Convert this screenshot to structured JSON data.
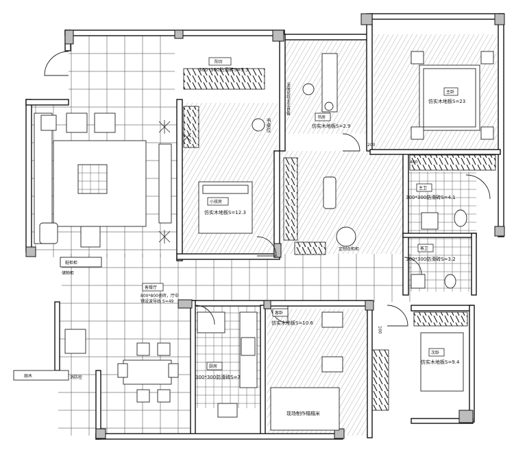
{
  "rooms": {
    "master_bedroom": {
      "tag": "主卧",
      "floor": "仿实木地板S=23"
    },
    "study": {
      "tag": "书房",
      "floor": "仿实木地板S=2.9"
    },
    "child_room": {
      "tag": "小孩房",
      "floor": "仿实木地板S=12.3"
    },
    "master_bath": {
      "tag": "主卫",
      "floor": "300*300防滑砖S=4.1"
    },
    "guest_bath": {
      "tag": "客卫",
      "floor": "300*300防滑砖S=3.2"
    },
    "second_bedroom": {
      "tag": "次卧",
      "floor": "仿实木地板S=9.4"
    },
    "guest_room": {
      "tag": "客卧",
      "floor": "仿实木地板S=10.6"
    },
    "kitchen": {
      "tag": "厨房",
      "floor": "300*300防滑砖S=7"
    },
    "balcony_room": {
      "tag": "阳台",
      "floor": "300*300防滑砖S=5.3"
    },
    "living_dining": {
      "tag": "客餐厅",
      "note1": "800*800瓷砖，厅中",
      "note2": "铺设波导线 S=49"
    }
  },
  "annotations": {
    "study_desk": "书桌位",
    "vertical_note": "深度化妆业主自备",
    "wardrobe_custom": "定制衣柜柜",
    "shoe_cabinet": "鞋柜柜",
    "fire_hydrant": "消防栓",
    "base_cabinet": "阁木",
    "lower_cabinet": "储物柜",
    "site_cabinet": "现场制作榻榻米"
  },
  "dimensions": {
    "d1": "200",
    "d2": "400",
    "d3": "100"
  }
}
